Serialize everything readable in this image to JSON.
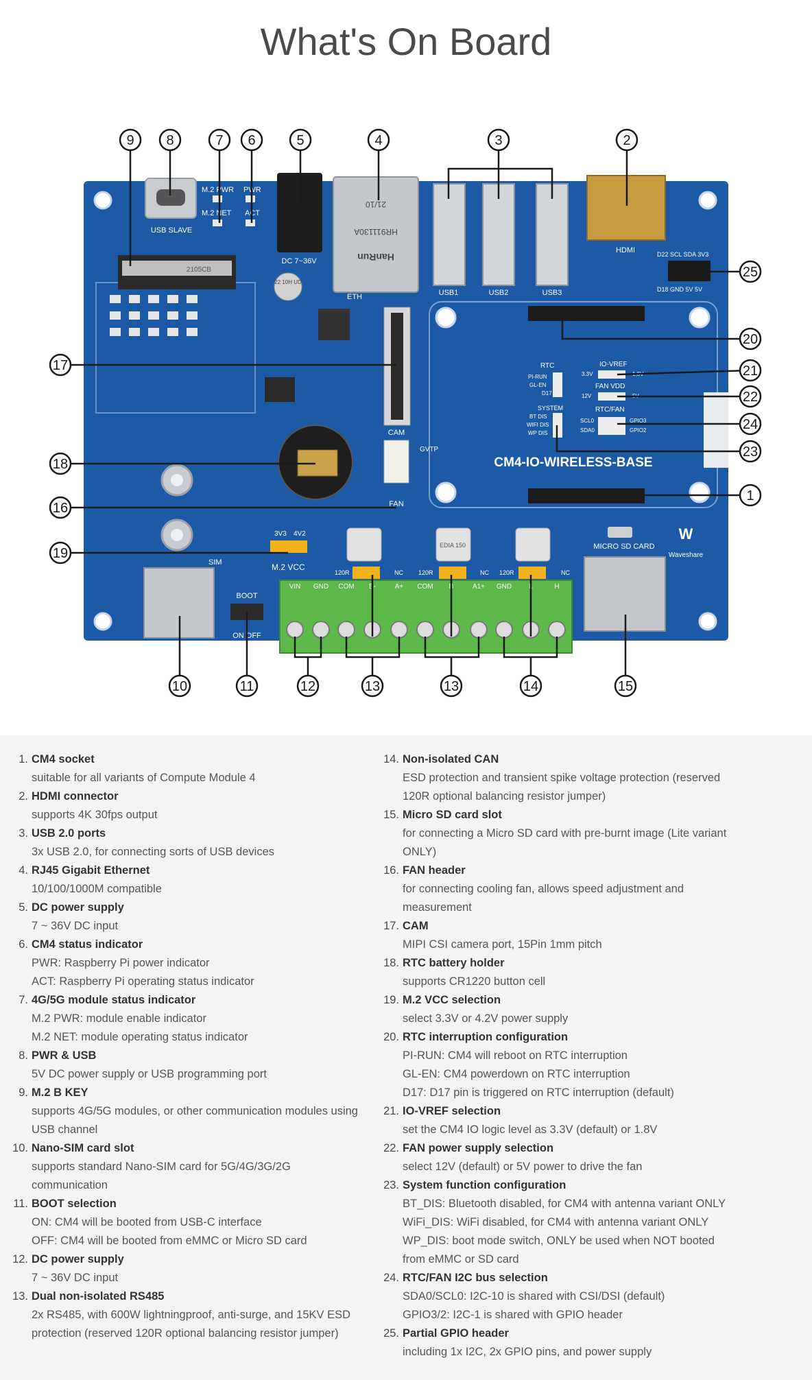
{
  "page": {
    "title": "What's On Board"
  },
  "board_labels": {
    "name": "CM4-IO-WIRELESS-BASE",
    "usb_slave": "USB SLAVE",
    "m2_pwr": "M.2 PWR",
    "m2_net": "M.2 NET",
    "pwr": "PWR",
    "act": "ACT",
    "dc": "DC 7~36V",
    "eth": "ETH",
    "jack_model": "HR911130A",
    "jack_brand": "HanRun",
    "jack_date": "21/10",
    "usb1": "USB1",
    "usb2": "USB2",
    "usb3": "USB3",
    "hdmi": "HDMI",
    "gpio_top": "D22 SCL SDA 3V3",
    "gpio_bottom": "D18 GND 5V 5V",
    "rtc": "RTC",
    "pi_run": "PI-RUN",
    "gl_en": "GL-EN",
    "d17": "D17",
    "io_vref": "IO-VREF",
    "v33": "3.3V",
    "v18": "1.8V",
    "fan_vdd": "FAN VDD",
    "v12": "12V",
    "v5": "5V",
    "system": "SYSTEM",
    "bt_dis": "BT DIS",
    "wifi_dis": "WIFI DIS",
    "wp_dis": "WP DIS",
    "rtc_fan": "RTC/FAN",
    "scl0": "SCL0",
    "sda0": "SDA0",
    "gpio3": "GPIO3",
    "gpio2": "GPIO2",
    "cam": "CAM",
    "fan": "FAN",
    "fan_pins": "GVTP",
    "sim": "SIM",
    "boot": "BOOT",
    "on_off": "ON  OFF",
    "m2_vcc": "M.2 VCC",
    "v33b": "3V3",
    "v42": "4V2",
    "micro_sd": "MICRO SD CARD",
    "brand": "Waveshare",
    "term_vin": "VIN",
    "term_gnd": "GND",
    "term_com": "COM",
    "term_b_minus": "B-",
    "term_a_plus": "A+",
    "term_com2": "COM",
    "term_b": "B",
    "term_a1": "A1+",
    "term_gnd2": "GND",
    "term_l": "L",
    "term_h": "H",
    "r120": "120R",
    "nc": "NC",
    "cap": "22 10H UD",
    "m2_code": "2105CB",
    "fuse": "EDIA 150"
  },
  "callouts": [
    "1",
    "2",
    "3",
    "4",
    "5",
    "6",
    "7",
    "8",
    "9",
    "10",
    "11",
    "12",
    "13",
    "14",
    "15",
    "16",
    "17",
    "18",
    "19",
    "20",
    "21",
    "22",
    "23",
    "24",
    "25"
  ],
  "callout_13b": "13",
  "items": [
    {
      "n": "1.",
      "title": "CM4 socket",
      "lines": [
        "suitable for all variants of Compute Module 4"
      ]
    },
    {
      "n": "2.",
      "title": "HDMI connector",
      "lines": [
        "supports 4K 30fps output"
      ]
    },
    {
      "n": "3.",
      "title": "USB 2.0 ports",
      "lines": [
        "3x USB 2.0, for connecting sorts of USB devices"
      ]
    },
    {
      "n": "4.",
      "title": "RJ45 Gigabit Ethernet",
      "lines": [
        "10/100/1000M compatible"
      ]
    },
    {
      "n": "5.",
      "title": "DC power supply",
      "lines": [
        "7 ~ 36V DC input"
      ]
    },
    {
      "n": "6.",
      "title": "CM4 status indicator",
      "lines": [
        "PWR: Raspberry Pi power indicator",
        "ACT: Raspberry Pi operating status indicator"
      ]
    },
    {
      "n": "7.",
      "title": "4G/5G module status indicator",
      "lines": [
        "M.2 PWR: module enable indicator",
        "M.2 NET: module operating status indicator"
      ]
    },
    {
      "n": "8.",
      "title": "PWR & USB",
      "lines": [
        "5V DC power supply or USB programming port"
      ]
    },
    {
      "n": "9.",
      "title": "M.2 B KEY",
      "lines": [
        "supports 4G/5G modules, or other communication modules using",
        "USB channel"
      ]
    },
    {
      "n": "10.",
      "title": "Nano-SIM card slot",
      "lines": [
        "supports standard Nano-SIM card for 5G/4G/3G/2G",
        "communication"
      ]
    },
    {
      "n": "11.",
      "title": "BOOT selection",
      "lines": [
        "ON: CM4 will be booted from USB-C interface",
        "OFF: CM4 will be booted from eMMC or Micro SD card"
      ]
    },
    {
      "n": "12.",
      "title": "DC power supply",
      "lines": [
        "7 ~ 36V DC input"
      ]
    },
    {
      "n": "13.",
      "title": "Dual non-isolated RS485",
      "lines": [
        "2x RS485, with 600W lightningproof, anti-surge, and 15KV ESD",
        "protection (reserved 120R optional balancing resistor jumper)"
      ]
    },
    {
      "n": "14.",
      "title": "Non-isolated CAN",
      "lines": [
        "ESD protection and transient spike voltage protection (reserved",
        "120R optional balancing resistor jumper)"
      ]
    },
    {
      "n": "15.",
      "title": "Micro SD card slot",
      "lines": [
        "for connecting a Micro SD card with pre-burnt image (Lite variant",
        "ONLY)"
      ]
    },
    {
      "n": "16.",
      "title": "FAN header",
      "lines": [
        "for connecting cooling fan, allows speed adjustment and",
        "measurement"
      ]
    },
    {
      "n": "17.",
      "title": "CAM",
      "lines": [
        "MIPI CSI camera port, 15Pin 1mm pitch"
      ]
    },
    {
      "n": "18.",
      "title": "RTC battery holder",
      "lines": [
        "supports CR1220 button cell"
      ]
    },
    {
      "n": "19.",
      "title": "M.2 VCC selection",
      "lines": [
        "select 3.3V or 4.2V power supply"
      ]
    },
    {
      "n": "20.",
      "title": "RTC interruption configuration",
      "lines": [
        "PI-RUN: CM4 will reboot on RTC interruption",
        "GL-EN: CM4 powerdown on RTC interruption",
        "D17: D17 pin is triggered on RTC interruption (default)"
      ]
    },
    {
      "n": "21.",
      "title": "IO-VREF selection",
      "lines": [
        "set the CM4 IO logic level as 3.3V (default) or 1.8V"
      ]
    },
    {
      "n": "22.",
      "title": "FAN power supply selection",
      "lines": [
        "select 12V (default) or 5V power to drive the fan"
      ]
    },
    {
      "n": "23.",
      "title": "System function configuration",
      "lines": [
        "BT_DIS: Bluetooth disabled, for CM4 with antenna variant ONLY",
        "WiFi_DIS: WiFi disabled, for CM4 with antenna variant ONLY",
        "WP_DIS: boot mode switch, ONLY be used when NOT booted",
        "from eMMC or SD card"
      ]
    },
    {
      "n": "24.",
      "title": "RTC/FAN I2C bus selection",
      "lines": [
        "SDA0/SCL0: I2C-10 is shared with CSI/DSI (default)",
        "GPIO3/2: I2C-1 is shared with GPIO header"
      ]
    },
    {
      "n": "25.",
      "title": "Partial GPIO header",
      "lines": [
        "including 1x I2C, 2x GPIO pins, and power supply"
      ]
    }
  ],
  "colors": {
    "board": "#1c5aa6",
    "terminal": "#5cb848",
    "jumper": "#f3b21b",
    "callout": "#1a1a1a"
  }
}
